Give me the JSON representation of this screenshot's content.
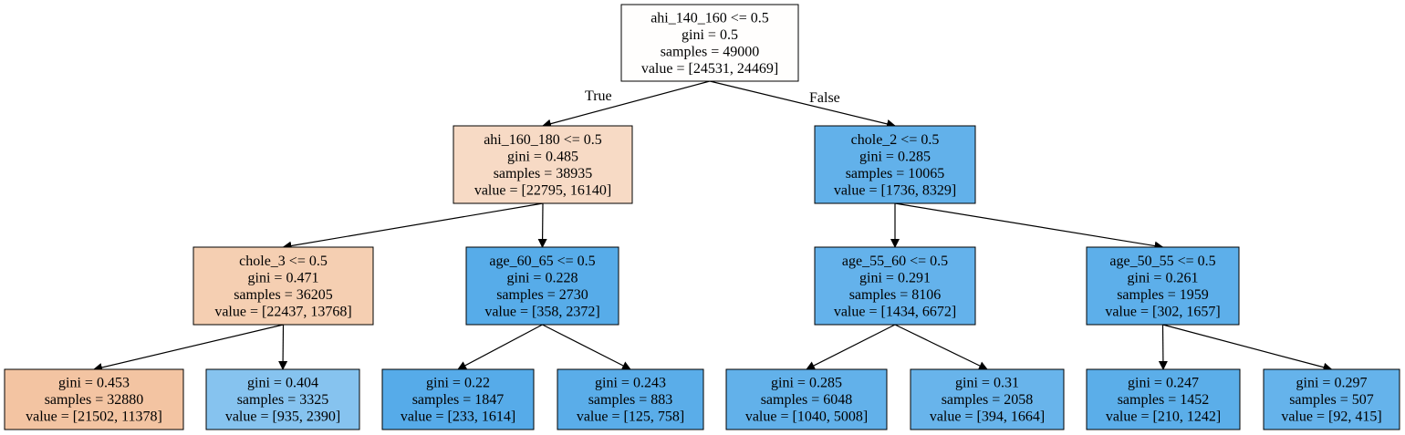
{
  "tree": {
    "edge_labels": {
      "true_label": "True",
      "false_label": "False"
    },
    "nodes": [
      {
        "id": "n0",
        "lines": [
          "ahi_140_160 <= 0.5",
          "gini = 0.5",
          "samples = 49000",
          "value = [24531, 24469]"
        ],
        "fill": "#fffefd"
      },
      {
        "id": "n1",
        "lines": [
          "ahi_160_180 <= 0.5",
          "gini = 0.485",
          "samples = 38935",
          "value = [22795, 16140]"
        ],
        "fill": "#f7dac5"
      },
      {
        "id": "n2",
        "lines": [
          "chole_2 <= 0.5",
          "gini = 0.285",
          "samples = 10065",
          "value = [1736, 8329]"
        ],
        "fill": "#62b1ea"
      },
      {
        "id": "n3",
        "lines": [
          "chole_3 <= 0.5",
          "gini = 0.471",
          "samples = 36205",
          "value = [22437, 13768]"
        ],
        "fill": "#f5cfb2"
      },
      {
        "id": "n4",
        "lines": [
          "age_60_65 <= 0.5",
          "gini = 0.228",
          "samples = 2730",
          "value = [358, 2372]"
        ],
        "fill": "#57ace9"
      },
      {
        "id": "n5",
        "lines": [
          "age_55_60 <= 0.5",
          "gini = 0.291",
          "samples = 8106",
          "value = [1434, 6672]"
        ],
        "fill": "#64b2eb"
      },
      {
        "id": "n6",
        "lines": [
          "age_50_55 <= 0.5",
          "gini = 0.261",
          "samples = 1959",
          "value = [302, 1657]"
        ],
        "fill": "#5dafea"
      },
      {
        "id": "n7",
        "lines": [
          "gini = 0.453",
          "samples = 32880",
          "value = [21502, 11378]"
        ],
        "fill": "#f3c4a2"
      },
      {
        "id": "n8",
        "lines": [
          "gini = 0.404",
          "samples = 3325",
          "value = [935, 2390]"
        ],
        "fill": "#86c3ef"
      },
      {
        "id": "n9",
        "lines": [
          "gini = 0.22",
          "samples = 1847",
          "value = [233, 1614]"
        ],
        "fill": "#56abe9"
      },
      {
        "id": "n10",
        "lines": [
          "gini = 0.243",
          "samples = 883",
          "value = [125, 758]"
        ],
        "fill": "#5aade9"
      },
      {
        "id": "n11",
        "lines": [
          "gini = 0.285",
          "samples = 6048",
          "value = [1040, 5008]"
        ],
        "fill": "#62b1ea"
      },
      {
        "id": "n12",
        "lines": [
          "gini = 0.31",
          "samples = 2058",
          "value = [394, 1664]"
        ],
        "fill": "#68b4eb"
      },
      {
        "id": "n13",
        "lines": [
          "gini = 0.247",
          "samples = 1452",
          "value = [210, 1242]"
        ],
        "fill": "#5baee9"
      },
      {
        "id": "n14",
        "lines": [
          "gini = 0.297",
          "samples = 507",
          "value = [92, 415]"
        ],
        "fill": "#65b3eb"
      }
    ],
    "edges": [
      {
        "from": "n0",
        "to": "n1",
        "label": "true_label"
      },
      {
        "from": "n0",
        "to": "n2",
        "label": "false_label"
      },
      {
        "from": "n1",
        "to": "n3"
      },
      {
        "from": "n1",
        "to": "n4"
      },
      {
        "from": "n2",
        "to": "n5"
      },
      {
        "from": "n2",
        "to": "n6"
      },
      {
        "from": "n3",
        "to": "n7"
      },
      {
        "from": "n3",
        "to": "n8"
      },
      {
        "from": "n4",
        "to": "n9"
      },
      {
        "from": "n4",
        "to": "n10"
      },
      {
        "from": "n5",
        "to": "n11"
      },
      {
        "from": "n5",
        "to": "n12"
      },
      {
        "from": "n6",
        "to": "n13"
      },
      {
        "from": "n6",
        "to": "n14"
      }
    ]
  }
}
